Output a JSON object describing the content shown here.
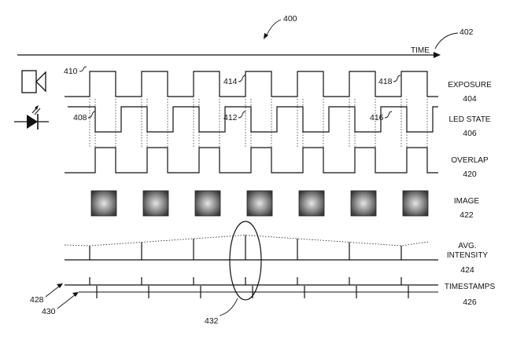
{
  "figure_ref": "400",
  "time_axis": {
    "label": "TIME",
    "ref": "402"
  },
  "rows": [
    {
      "key": "exposure",
      "label_lines": [
        "EXPOSURE"
      ],
      "ref": "404"
    },
    {
      "key": "led",
      "label_lines": [
        "LED STATE"
      ],
      "ref": "406"
    },
    {
      "key": "overlap",
      "label_lines": [
        "OVERLAP"
      ],
      "ref": "420"
    },
    {
      "key": "image",
      "label_lines": [
        "IMAGE"
      ],
      "ref": "422"
    },
    {
      "key": "intensity",
      "label_lines": [
        "AVG.",
        "INTENSITY"
      ],
      "ref": "424"
    },
    {
      "key": "timestamps",
      "label_lines": [
        "TIMESTAMPS"
      ],
      "ref": "426"
    }
  ],
  "callouts": [
    {
      "ref": "410",
      "row": "exposure"
    },
    {
      "ref": "414",
      "row": "exposure"
    },
    {
      "ref": "418",
      "row": "exposure"
    },
    {
      "ref": "408",
      "row": "led"
    },
    {
      "ref": "412",
      "row": "led"
    },
    {
      "ref": "416",
      "row": "led"
    },
    {
      "ref": "428",
      "row": "timestamps"
    },
    {
      "ref": "430",
      "row": "timestamps"
    },
    {
      "ref": "432",
      "row": "timestamps"
    }
  ],
  "icons": [
    "camera-icon",
    "led-diode-icon"
  ],
  "frames": 7
}
